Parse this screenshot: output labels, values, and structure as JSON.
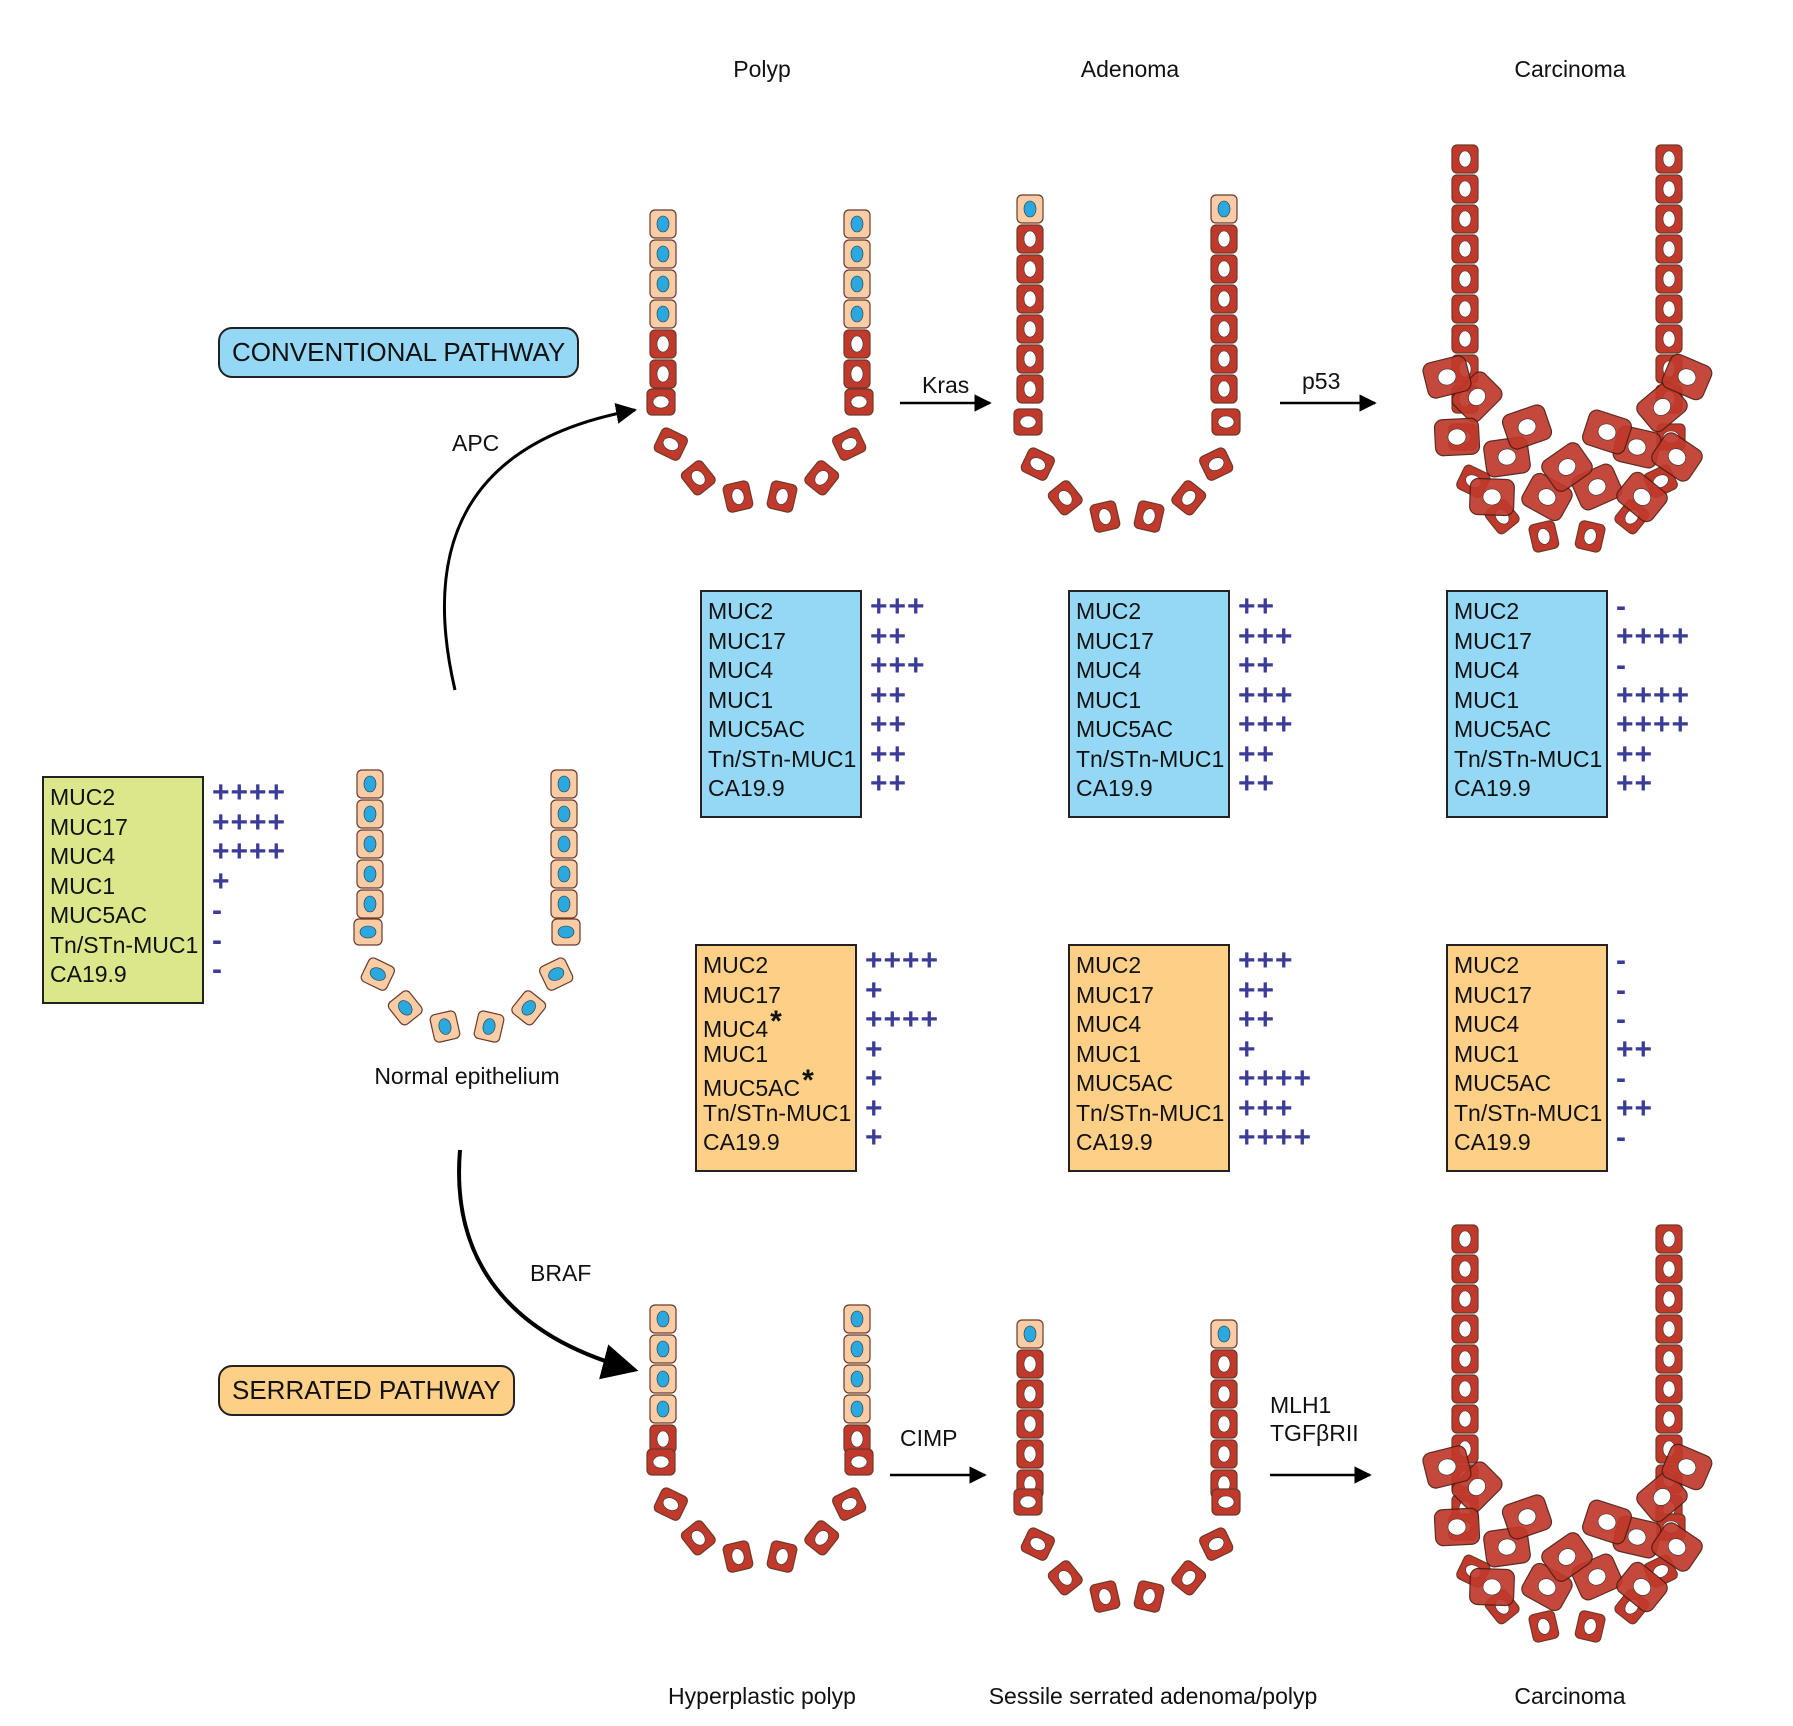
{
  "stages": {
    "polyp": "Polyp",
    "adenoma": "Adenoma",
    "carcinoma_top": "Carcinoma",
    "normal": "Normal epithelium",
    "hyperplastic": "Hyperplastic polyp",
    "sessile": "Sessile serrated adenoma/polyp",
    "carcinoma_bottom": "Carcinoma"
  },
  "pathways": {
    "conventional": "CONVENTIONAL PATHWAY",
    "serrated": "SERRATED PATHWAY"
  },
  "mutations": {
    "apc": "APC",
    "kras": "Kras",
    "p53": "p53",
    "braf": "BRAF",
    "cimp": "CIMP",
    "mlh1": "MLH1",
    "tgfb": "TGFβRII"
  },
  "colors": {
    "normal_box": "#dce68a",
    "conventional_box": "#94d8f5",
    "serrated_box": "#fecf86",
    "plus_sign": "#3b3b98",
    "cell_normal": "#f8cca5",
    "nucleus": "#29a9e0",
    "cell_tumor": "#c0392b"
  },
  "marker_tables": [
    {
      "id": "normal",
      "rows": [
        {
          "marker": "MUC2",
          "level": "++++"
        },
        {
          "marker": "MUC17",
          "level": "++++"
        },
        {
          "marker": "MUC4",
          "level": "++++"
        },
        {
          "marker": "MUC1",
          "level": "+"
        },
        {
          "marker": "MUC5AC",
          "level": "-"
        },
        {
          "marker": "Tn/STn-MUC1",
          "level": "-"
        },
        {
          "marker": "CA19.9",
          "level": "-"
        }
      ]
    },
    {
      "id": "polyp",
      "rows": [
        {
          "marker": "MUC2",
          "level": "+++"
        },
        {
          "marker": "MUC17",
          "level": "++"
        },
        {
          "marker": "MUC4",
          "level": "+++"
        },
        {
          "marker": "MUC1",
          "level": "++"
        },
        {
          "marker": "MUC5AC",
          "level": "++"
        },
        {
          "marker": "Tn/STn-MUC1",
          "level": "++"
        },
        {
          "marker": "CA19.9",
          "level": "++"
        }
      ]
    },
    {
      "id": "adenoma",
      "rows": [
        {
          "marker": "MUC2",
          "level": "++"
        },
        {
          "marker": "MUC17",
          "level": "+++"
        },
        {
          "marker": "MUC4",
          "level": "++"
        },
        {
          "marker": "MUC1",
          "level": "+++"
        },
        {
          "marker": "MUC5AC",
          "level": "+++"
        },
        {
          "marker": "Tn/STn-MUC1",
          "level": "++"
        },
        {
          "marker": "CA19.9",
          "level": "++"
        }
      ]
    },
    {
      "id": "carcinoma-conventional",
      "rows": [
        {
          "marker": "MUC2",
          "level": "-"
        },
        {
          "marker": "MUC17",
          "level": "++++"
        },
        {
          "marker": "MUC4",
          "level": "-"
        },
        {
          "marker": "MUC1",
          "level": "++++"
        },
        {
          "marker": "MUC5AC",
          "level": "++++"
        },
        {
          "marker": "Tn/STn-MUC1",
          "level": "++"
        },
        {
          "marker": "CA19.9",
          "level": "++"
        }
      ]
    },
    {
      "id": "hyperplastic-polyp",
      "rows": [
        {
          "marker": "MUC2",
          "level": "++++"
        },
        {
          "marker": "MUC17",
          "level": "+"
        },
        {
          "marker": "MUC4",
          "level": "++++",
          "star": "*"
        },
        {
          "marker": "MUC1",
          "level": "+"
        },
        {
          "marker": "MUC5AC",
          "level": "+",
          "star": "*"
        },
        {
          "marker": "Tn/STn-MUC1",
          "level": "+"
        },
        {
          "marker": "CA19.9",
          "level": "+"
        }
      ]
    },
    {
      "id": "sessile-serrated",
      "rows": [
        {
          "marker": "MUC2",
          "level": "+++"
        },
        {
          "marker": "MUC17",
          "level": "++"
        },
        {
          "marker": "MUC4",
          "level": "++"
        },
        {
          "marker": "MUC1",
          "level": "+"
        },
        {
          "marker": "MUC5AC",
          "level": "++++"
        },
        {
          "marker": "Tn/STn-MUC1",
          "level": "+++"
        },
        {
          "marker": "CA19.9",
          "level": "++++"
        }
      ]
    },
    {
      "id": "carcinoma-serrated",
      "rows": [
        {
          "marker": "MUC2",
          "level": "-"
        },
        {
          "marker": "MUC17",
          "level": "-"
        },
        {
          "marker": "MUC4",
          "level": "-"
        },
        {
          "marker": "MUC1",
          "level": "++"
        },
        {
          "marker": "MUC5AC",
          "level": "-"
        },
        {
          "marker": "Tn/STn-MUC1",
          "level": "++"
        },
        {
          "marker": "CA19.9",
          "level": "-"
        }
      ]
    }
  ]
}
